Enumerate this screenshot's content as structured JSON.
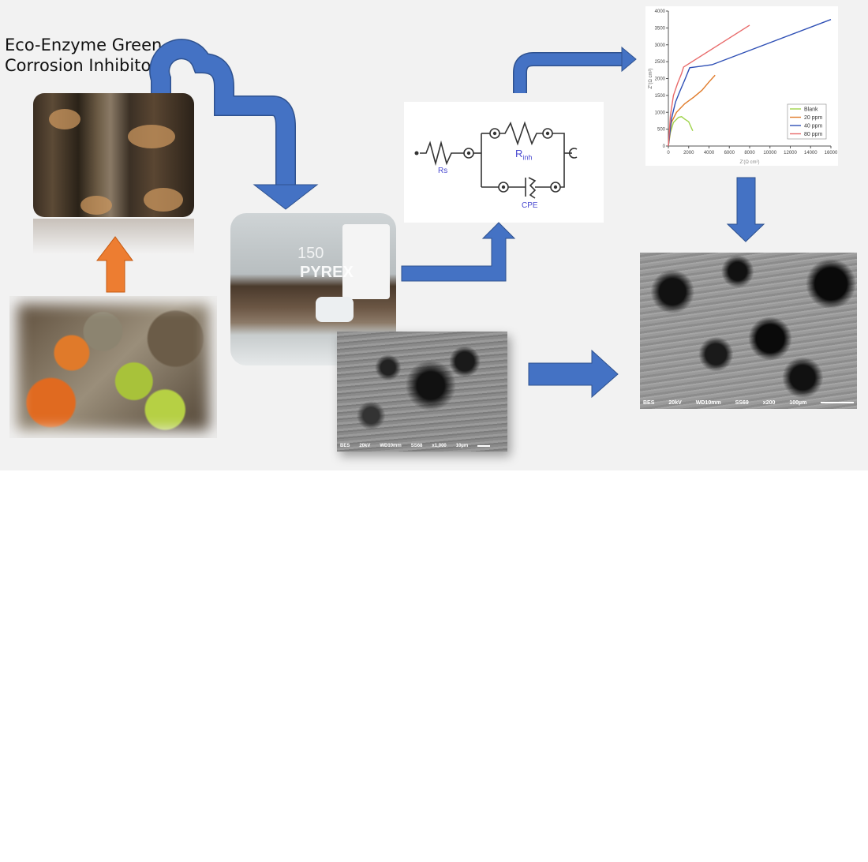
{
  "title": {
    "line1": "Eco-Enzyme Green",
    "line2": "Corrosion Inhibitor"
  },
  "beaker": {
    "volume": "150",
    "brand": "PYREX"
  },
  "circuit": {
    "rs_label": "Rs",
    "rinh_label": "R",
    "rinh_sub": "inh",
    "cpe_label": "CPE",
    "label_color": "#4a4ad0"
  },
  "sem_small": {
    "detector": "BES",
    "voltage": "20kV",
    "wd": "WD10mm",
    "sample": "SS68",
    "magnification": "x1,000",
    "scale": "10µm"
  },
  "sem_large": {
    "detector": "BES",
    "voltage": "20kV",
    "wd": "WD10mm",
    "sample": "SS69",
    "magnification": "x200",
    "scale": "100µm"
  },
  "colors": {
    "arrow_blue": "#4472C4",
    "arrow_orange": "#ED7D31",
    "panel": "#f2f2f2"
  },
  "chart_data": {
    "type": "line",
    "title": "",
    "xlabel": "Z'(Ω cm²)",
    "ylabel": "Z''(Ω cm²)",
    "xlim": [
      0,
      16000
    ],
    "ylim": [
      0,
      4000
    ],
    "xticks": [
      "0",
      "2000",
      "4000",
      "6000",
      "8000",
      "10000",
      "12000",
      "14000",
      "16000"
    ],
    "yticks": [
      "0",
      "500",
      "1000",
      "1500",
      "2000",
      "2500",
      "3000",
      "3500",
      "4000"
    ],
    "grid": false,
    "legend": "bottom-right",
    "series": [
      {
        "name": "Blank",
        "color": "#9fd34a",
        "points": [
          [
            0,
            0
          ],
          [
            200,
            400
          ],
          [
            500,
            700
          ],
          [
            1000,
            850
          ],
          [
            1300,
            870
          ],
          [
            1600,
            800
          ],
          [
            2000,
            720
          ],
          [
            2400,
            450
          ]
        ]
      },
      {
        "name": "20 ppm",
        "color": "#e07b2a",
        "points": [
          [
            0,
            0
          ],
          [
            300,
            700
          ],
          [
            800,
            1000
          ],
          [
            1600,
            1250
          ],
          [
            2500,
            1450
          ],
          [
            3300,
            1650
          ],
          [
            4000,
            1900
          ],
          [
            4600,
            2100
          ]
        ]
      },
      {
        "name": "40 ppm",
        "color": "#2e4fb5",
        "points": [
          [
            0,
            0
          ],
          [
            300,
            800
          ],
          [
            700,
            1300
          ],
          [
            1100,
            1600
          ],
          [
            1600,
            1950
          ],
          [
            2100,
            2320
          ],
          [
            4300,
            2410
          ],
          [
            16000,
            3750
          ]
        ]
      },
      {
        "name": "80 ppm",
        "color": "#e86a6a",
        "points": [
          [
            0,
            0
          ],
          [
            200,
            900
          ],
          [
            500,
            1500
          ],
          [
            900,
            1850
          ],
          [
            1300,
            2150
          ],
          [
            1500,
            2340
          ],
          [
            8000,
            3580
          ]
        ]
      }
    ]
  }
}
